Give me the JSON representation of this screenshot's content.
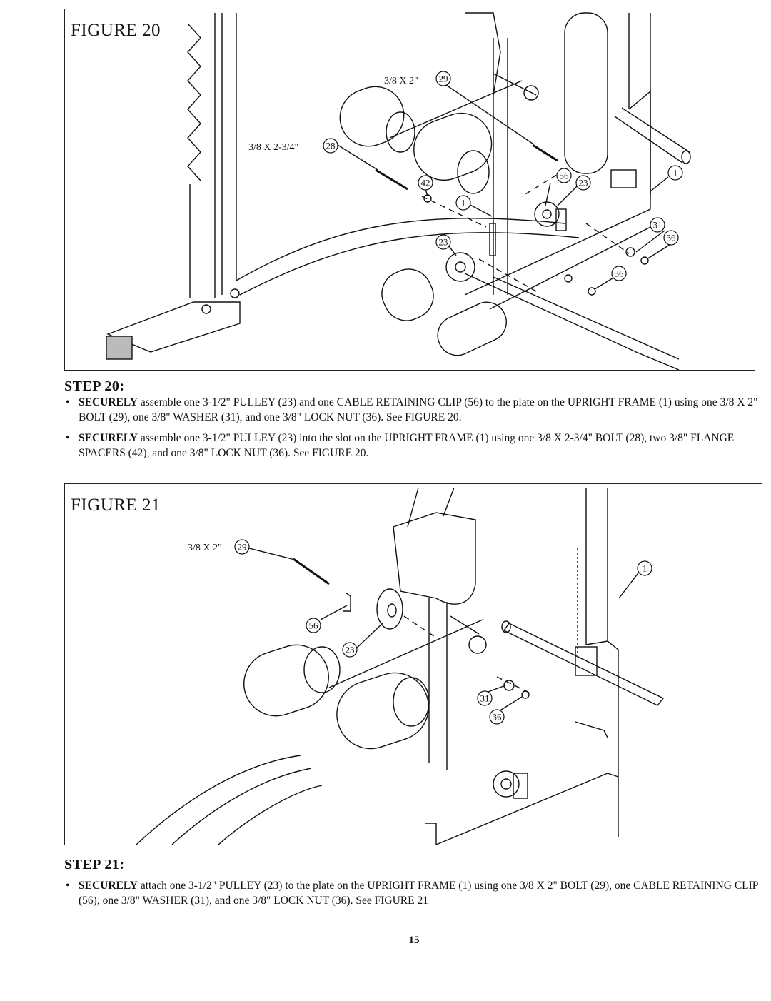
{
  "figure20": {
    "title": "FIGURE 20",
    "labels": {
      "bolt_29": "3/8 X 2\"",
      "bolt_28": "3/8 X 2-3/4\""
    },
    "callouts": [
      "29",
      "28",
      "42",
      "1",
      "56",
      "23",
      "1",
      "31",
      "36",
      "23",
      "36"
    ]
  },
  "step20": {
    "heading": "STEP 20:",
    "items": [
      {
        "lead": "SECURELY",
        "text": " assemble one 3-1/2\" PULLEY (23) and one CABLE RETAINING CLIP (56) to the plate on the UPRIGHT FRAME (1) using one 3/8 X 2\" BOLT (29), one 3/8\" WASHER (31), and one 3/8\" LOCK NUT (36). See FIGURE 20."
      },
      {
        "lead": "SECURELY",
        "text": " assemble one 3-1/2\" PULLEY (23) into the slot on the UPRIGHT FRAME (1) using one 3/8 X 2-3/4\" BOLT (28), two 3/8\" FLANGE SPACERS (42), and one 3/8\" LOCK NUT (36). See FIGURE 20."
      }
    ]
  },
  "figure21": {
    "title": "FIGURE 21",
    "labels": {
      "bolt_29": "3/8 X 2\""
    },
    "callouts": [
      "29",
      "56",
      "23",
      "1",
      "31",
      "36"
    ]
  },
  "step21": {
    "heading": "STEP 21:",
    "items": [
      {
        "lead": "SECURELY",
        "text": " attach one 3-1/2\" PULLEY (23) to the plate on the UPRIGHT FRAME (1) using one 3/8 X 2\" BOLT (29), one CABLE RETAINING CLIP (56), one 3/8\" WASHER (31), and one 3/8\" LOCK NUT (36). See FIGURE 21"
      }
    ]
  },
  "page_number": "15"
}
